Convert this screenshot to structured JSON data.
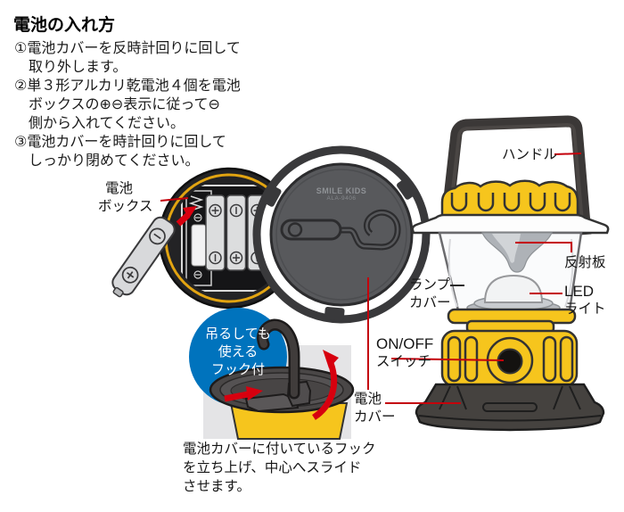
{
  "title": "電池の入れ方",
  "instructions": {
    "lines": [
      "①電池カバーを反時計回りに回して",
      "取り外します。",
      "②単３形アルカリ乾電池４個を電池",
      "ボックスの⊕⊖表示に従って⊖",
      "側から入れてください。",
      "③電池カバーを時計回りに回して",
      "しっかり閉めてください。"
    ]
  },
  "labels": {
    "battery_box": [
      "電池",
      "ボックス"
    ],
    "handle": "ハンドル",
    "reflector": "反射板",
    "lamp_cover": [
      "ランプ",
      "カバー"
    ],
    "led_light": [
      "LED",
      "ライト"
    ],
    "on_off_switch": [
      "ON/OFF",
      "スイッチ"
    ],
    "battery_cover": [
      "電池",
      "カバー"
    ]
  },
  "hook_feature": {
    "badge_lines": [
      "吊るしても",
      "使える",
      "フック付"
    ],
    "caption_lines": [
      "電池カバーに付いているフック",
      "を立ち上げ、中心へスライド",
      "させます。"
    ]
  },
  "cover_print": {
    "brand": "SMILE KIDS",
    "model": "ALA-9406"
  },
  "colors": {
    "lantern_yellow": "#f6c51d",
    "dark_gray": "#3b3837",
    "leader_red": "#c4000b",
    "arrow_red": "#d7000f",
    "badge_blue": "#0073bd",
    "panel_gray": "#e4e4e6"
  }
}
